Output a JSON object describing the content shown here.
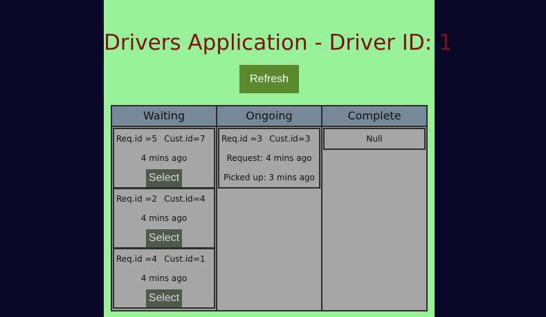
{
  "title": "Drivers Application - Driver ID: 1",
  "refresh_label": "Refresh",
  "columns": {
    "waiting": {
      "header": "Waiting",
      "cards": [
        {
          "req": "Req.id =5",
          "cust": "Cust.id=7",
          "time": "4 mins ago",
          "button": "Select"
        },
        {
          "req": "Req.id =2",
          "cust": "Cust.id=4",
          "time": "4 mins ago",
          "button": "Select"
        },
        {
          "req": "Req.id =4",
          "cust": "Cust.id=1",
          "time": "4 mins ago",
          "button": "Select"
        }
      ]
    },
    "ongoing": {
      "header": "Ongoing",
      "cards": [
        {
          "req": "Req.id =3",
          "cust": "Cust.id=3",
          "request": "Request: 4 mins ago",
          "picked": "Picked up: 3 mins ago"
        }
      ]
    },
    "complete": {
      "header": "Complete",
      "cards": [
        {
          "text": "Null"
        }
      ]
    }
  },
  "colors": {
    "background": "#0b0726",
    "page": "#98f099",
    "title": "#7a1410",
    "refresh_button": "#5b8a2e",
    "column_header": "#778899",
    "card": "#a6a6a6",
    "select_button": "#4f5a4b"
  }
}
